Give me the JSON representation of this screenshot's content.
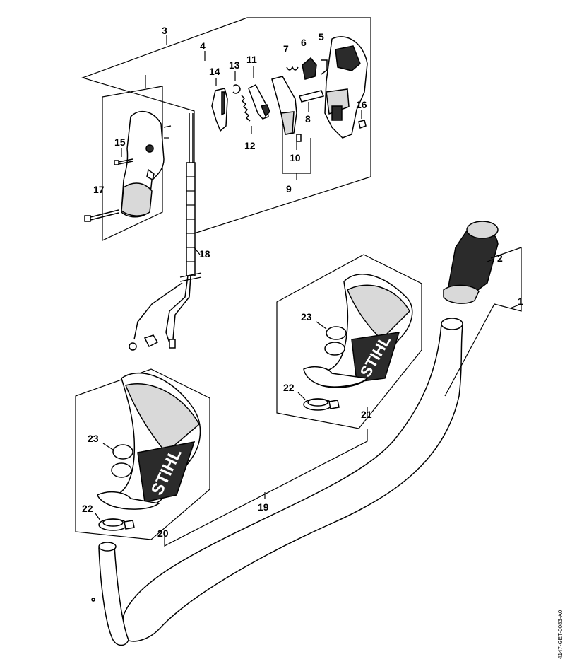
{
  "drawing_ref": "4147-GET-0083-A0",
  "brand_logo": "STIHL",
  "colors": {
    "line": "#000000",
    "background": "#ffffff",
    "part_fill": "#ffffff",
    "part_shade": "#d9d9d9",
    "part_dark": "#2b2b2b"
  },
  "callouts": {
    "c1": "1",
    "c2": "2",
    "c3": "3",
    "c4": "4",
    "c5": "5",
    "c6": "6",
    "c7": "7",
    "c8": "8",
    "c9": "9",
    "c10": "10",
    "c11": "11",
    "c12": "12",
    "c13": "13",
    "c14": "14",
    "c15": "15",
    "c16": "16",
    "c17": "17",
    "c18": "18",
    "c19": "19",
    "c20": "20",
    "c21": "21",
    "c22a": "22",
    "c22b": "22",
    "c23a": "23",
    "c23b": "23"
  }
}
